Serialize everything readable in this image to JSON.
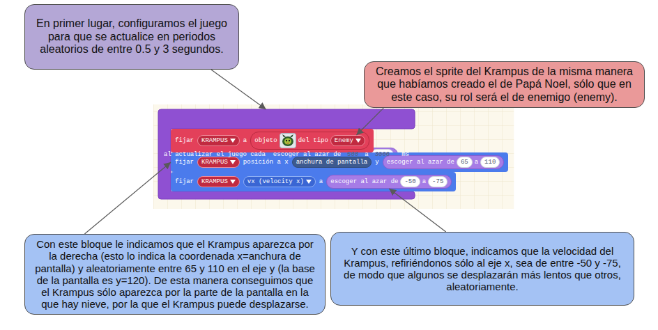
{
  "diagram": {
    "nodes": [
      {
        "text": [
          "En primer lugar, configuramos el juego para que se actualice en periodos aleatorios de entre 0.5 y 3 segundos."
        ]
      },
      {
        "text": [
          "Creamos el sprite del Krampus de la misma manera que habíamos creado el de Papá Noel, sólo que en este caso, su rol será el de enemigo (enemy)."
        ]
      },
      {
        "text": [
          "al actualizar el juego cada",
          "ms"
        ]
      },
      {
        "text": [
          "escoger al azar de",
          "a"
        ],
        "in": 2
      },
      {
        "text": [
          "500"
        ],
        "in": 3
      },
      {
        "text": [
          "3000"
        ],
        "in": 3
      },
      {
        "text": [
          "fijar",
          "a"
        ],
        "in": 2
      },
      {
        "text": [
          "KRAMPUS"
        ],
        "in": 6
      },
      {
        "text": [
          "objeto",
          "del tipo"
        ],
        "in": 6
      },
      {
        "text": [
          "Enemy"
        ],
        "in": 8
      },
      {
        "text": [
          "fijar",
          "posición a x",
          "y"
        ],
        "in": 2
      },
      {
        "text": [
          "KRAMPUS"
        ],
        "in": 10
      },
      {
        "text": [
          "anchura de pantalla"
        ],
        "in": 10
      },
      {
        "text": [
          "escoger al azar de",
          "a"
        ],
        "in": 10
      },
      {
        "text": [
          "65"
        ],
        "in": 13
      },
      {
        "text": [
          "110"
        ],
        "in": 13
      },
      {
        "text": [
          "fijar",
          "a"
        ],
        "in": 2
      },
      {
        "text": [
          "KRAMPUS"
        ],
        "in": 16
      },
      {
        "text": [
          "vx (velocity x)"
        ],
        "in": 16
      },
      {
        "text": [
          "escoger al azar de",
          "a"
        ],
        "in": 16
      },
      {
        "text": [
          "-50"
        ],
        "in": 19
      },
      {
        "text": [
          "-75"
        ],
        "in": 19
      },
      {
        "text": [
          "Con este bloque le indicamos que el Krampus aparezca por la derecha (esto lo indica la coordenada x=anchura de pantalla) y aleatoriamente entre 65 y 110 en el eje y (la base de la pantalla es y=120). De esta manera conseguimos que el Krampus sólo aparezca por la parte de la pantalla en la que hay nieve, por la que el Krampus puede desplazarse."
        ]
      },
      {
        "text": [
          "Y con este último bloque, indicamos que la velocidad del Krampus, refiriéndonos sólo al eje x, sea de entre -50 y -75, de modo que algunos se desplazarán más lentos que otros, aleatoriamente."
        ]
      }
    ],
    "edges": [
      {
        "from": 0,
        "to": 2,
        "arrow": "to"
      },
      {
        "from": 1,
        "to": 9,
        "arrow": "to"
      },
      {
        "from": 22,
        "to": 10,
        "arrow": "to"
      },
      {
        "from": 23,
        "to": 19,
        "arrow": "to"
      }
    ]
  }
}
